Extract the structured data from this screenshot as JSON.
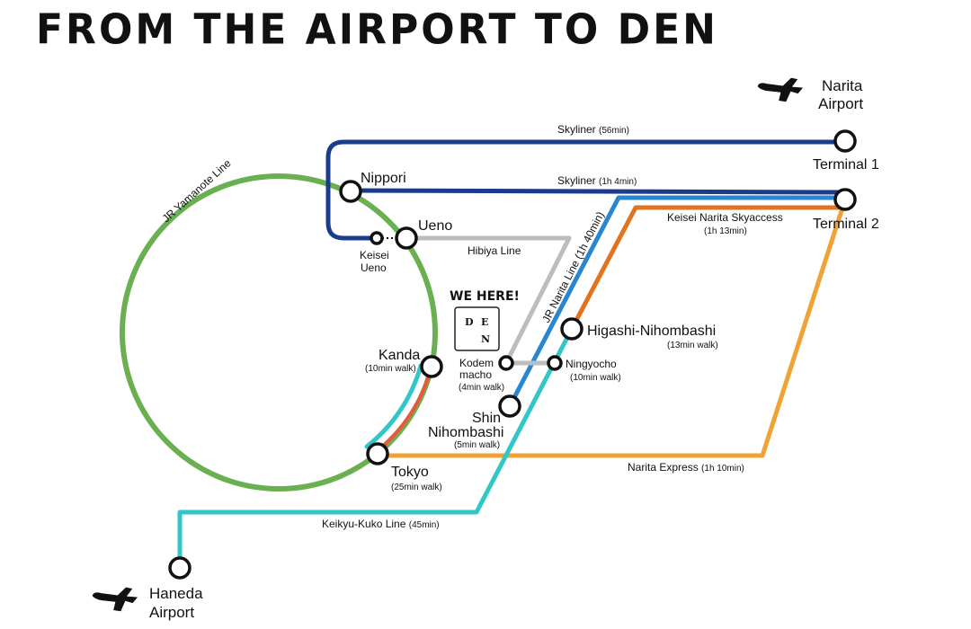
{
  "title": "FROM THE AIRPORT TO DEN",
  "colors": {
    "yamanote": "#6aaf50",
    "skyliner": "#1b3b8c",
    "jr_narita": "#2a86cf",
    "skyaccess": "#e2731f",
    "narita_express": "#f0a334",
    "keikyu": "#33c6c9",
    "asakusa_red": "#e8583a",
    "hibiya": "#bdbdbd"
  },
  "lines": {
    "yamanote": "JR Yamanote Line",
    "skyliner1": "Skyliner",
    "skyliner1_time": "(56min)",
    "skyliner2": "Skyliner",
    "skyliner2_time": "(1h 4min)",
    "hibiya": "Hibiya Line",
    "jr_narita": "JR Narita Line (1h 40min)",
    "skyaccess": "Keisei Narita Skyaccess",
    "skyaccess_time": "(1h 13min)",
    "narita_express": "Narita Express",
    "narita_express_time": "(1h 10min)",
    "keikyu": "Keikyu-Kuko Line",
    "keikyu_time": "(45min)"
  },
  "airports": {
    "narita_line1": "Narita",
    "narita_line2": "Airport",
    "haneda_line1": "Haneda",
    "haneda_line2": "Airport"
  },
  "stations": {
    "terminal1": "Terminal 1",
    "terminal2": "Terminal 2",
    "nippori": "Nippori",
    "ueno": "Ueno",
    "keisei_ueno_1": "Keisei",
    "keisei_ueno_2": "Ueno",
    "kanda": "Kanda",
    "kanda_walk": "(10min walk)",
    "tokyo": "Tokyo",
    "tokyo_walk": "(25min walk)",
    "kodemmacho_1": "Kodem",
    "kodemmacho_2": "macho",
    "kodemmacho_walk": "(4min walk)",
    "ningyocho": "Ningyocho",
    "ningyocho_walk": "(10min walk)",
    "higashi": "Higashi-Nihombashi",
    "higashi_walk": "(13min walk)",
    "shin_1": "Shin",
    "shin_2": "Nihombashi",
    "shin_walk": "(5min walk)"
  },
  "den": {
    "we_here": "WE HERE!",
    "logo_d": "D",
    "logo_e": "E",
    "logo_n": "N"
  }
}
